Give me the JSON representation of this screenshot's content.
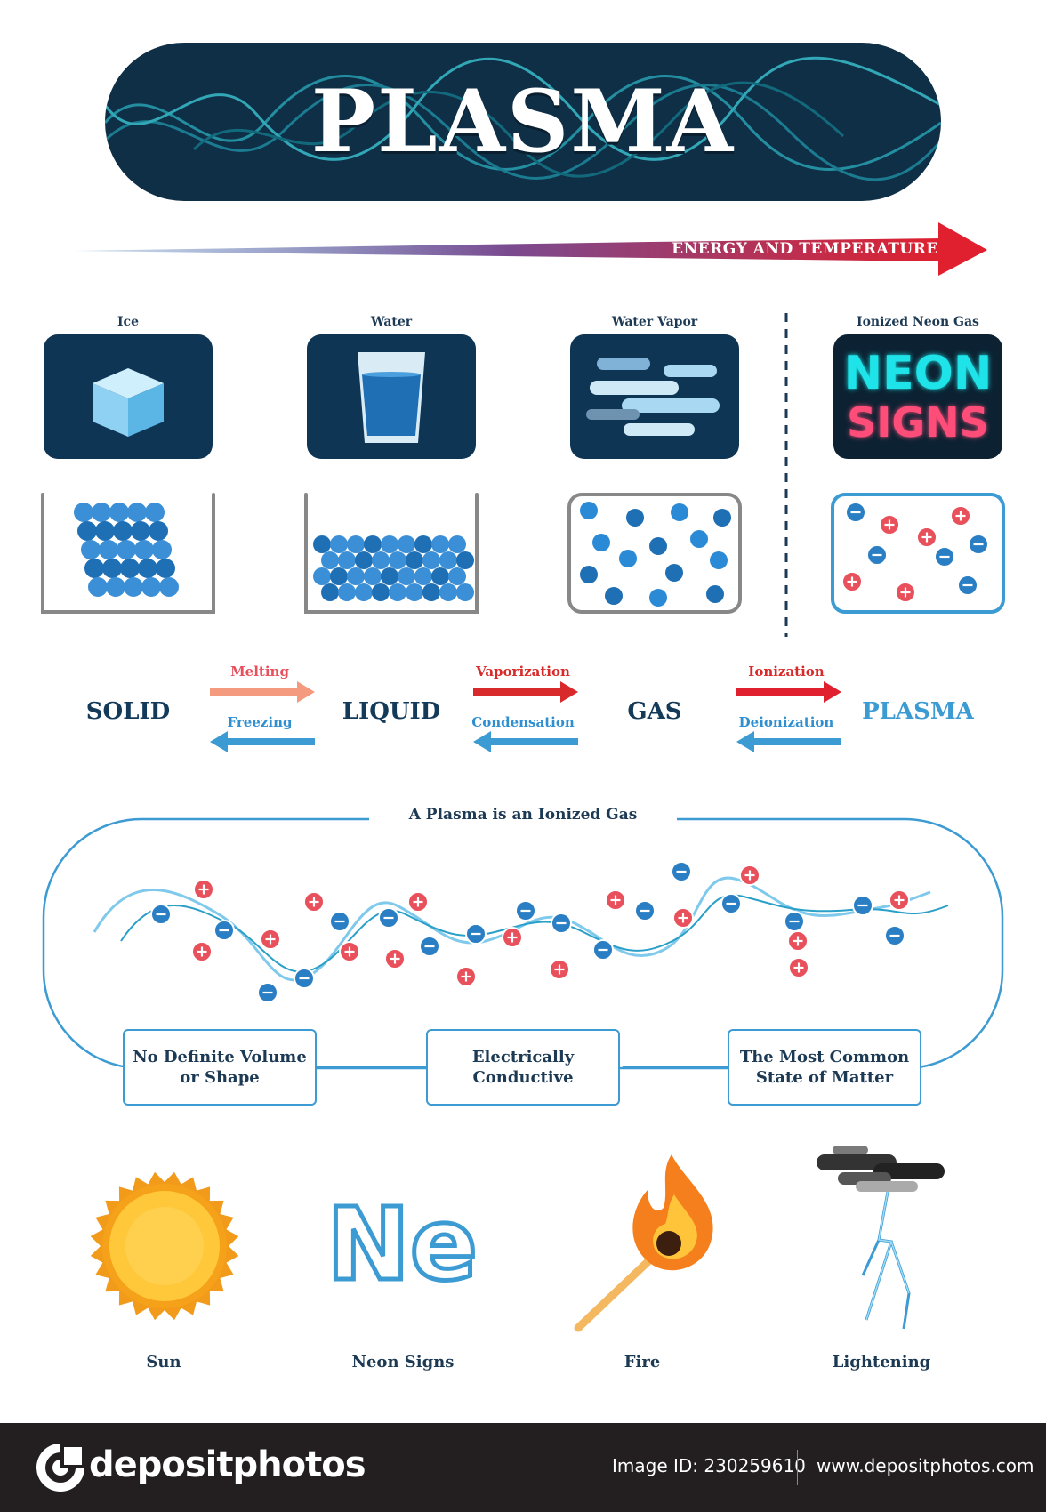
{
  "title": "PLASMA",
  "energy_arrow": {
    "label": "ENERGY AND TEMPERATURE",
    "color": "#e0202e"
  },
  "states": [
    {
      "label": "Ice"
    },
    {
      "label": "Water"
    },
    {
      "label": "Water Vapor"
    },
    {
      "label": "Ionized Neon Gas",
      "sign_line1": "NEON",
      "sign_line2": "SIGNS"
    }
  ],
  "phases": [
    "SOLID",
    "LIQUID",
    "GAS",
    "PLASMA"
  ],
  "transitions": [
    {
      "forward": "Melting",
      "backward": "Freezing"
    },
    {
      "forward": "Vaporization",
      "backward": "Condensation"
    },
    {
      "forward": "Ionization",
      "backward": "Deionization"
    }
  ],
  "plasma_section": {
    "title": "A Plasma is an Ionized Gas",
    "properties": [
      "No Definite Volume\nor Shape",
      "Electrically\nConductive",
      "The Most Common\nState of Matter"
    ]
  },
  "examples": [
    {
      "label": "Sun"
    },
    {
      "label": "Neon Signs",
      "symbol": "Ne"
    },
    {
      "label": "Fire"
    },
    {
      "label": "Lightening"
    }
  ],
  "footer": {
    "logo": "depositphotos",
    "image_id": "Image ID: 230259610",
    "url": "www.depositphotos.com"
  },
  "colors": {
    "navy": "#0f2f47",
    "card": "#0f3555",
    "particle": "#2a7fc4",
    "plus": "#e8505b",
    "accent_blue": "#3c9bd2"
  }
}
